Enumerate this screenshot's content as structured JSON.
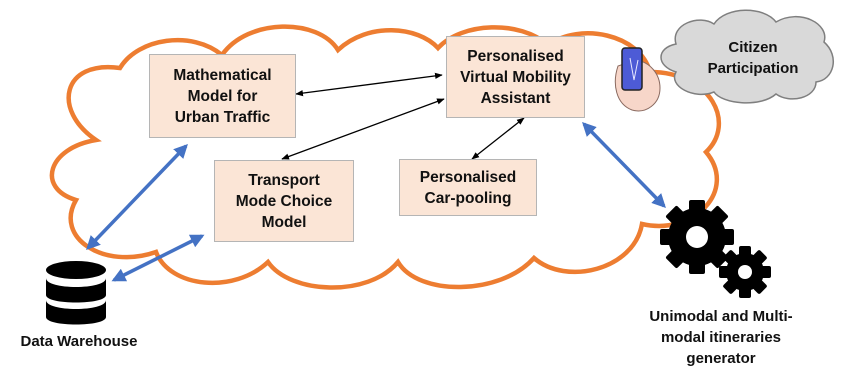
{
  "colors": {
    "cloud_outline": "#ed7d31",
    "box_fill": "#fbe5d6",
    "citizen_cloud_fill": "#d9d9d9",
    "arrow_blue": "#4472c4",
    "arrow_black": "#000000",
    "phone_screen": "#4d5bd6"
  },
  "nodes": {
    "math_model": [
      "Mathematical",
      "Model for",
      "Urban Traffic"
    ],
    "virtual_assistant": [
      "Personalised",
      "Virtual Mobility",
      "Assistant"
    ],
    "transport_mode": [
      "Transport",
      "Mode Choice",
      "Model"
    ],
    "carpooling": [
      "Personalised",
      "Car-pooling"
    ],
    "citizen": [
      "Citizen",
      "Participation"
    ],
    "data_warehouse": "Data Warehouse",
    "itineraries": [
      "Unimodal and Multi-",
      "modal itineraries",
      "generator"
    ]
  },
  "icons": [
    "database-icon",
    "gears-icon",
    "smartphone-hand-icon"
  ]
}
